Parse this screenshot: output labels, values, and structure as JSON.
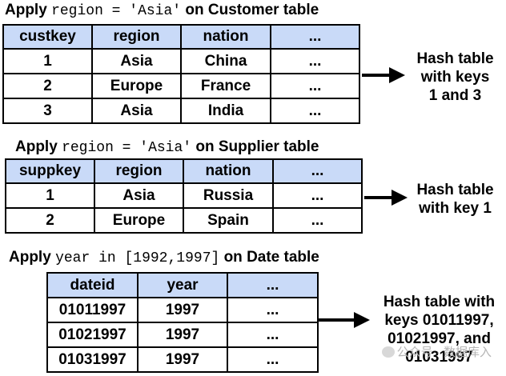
{
  "blocks": [
    {
      "caption_pre": "Apply ",
      "caption_code": "region = 'Asia'",
      "caption_post": " on Customer table",
      "headers": [
        "custkey",
        "region",
        "nation",
        "..."
      ],
      "rows": [
        [
          "1",
          "Asia",
          "China",
          "..."
        ],
        [
          "2",
          "Europe",
          "France",
          "..."
        ],
        [
          "3",
          "Asia",
          "India",
          "..."
        ]
      ],
      "result_lines": [
        "Hash table",
        "with keys",
        "1 and 3"
      ]
    },
    {
      "caption_pre": "Apply ",
      "caption_code": "region = 'Asia'",
      "caption_post": " on Supplier table",
      "headers": [
        "suppkey",
        "region",
        "nation",
        "..."
      ],
      "rows": [
        [
          "1",
          "Asia",
          "Russia",
          "..."
        ],
        [
          "2",
          "Europe",
          "Spain",
          "..."
        ]
      ],
      "result_lines": [
        "Hash table",
        "with key 1"
      ]
    },
    {
      "caption_pre": "Apply ",
      "caption_code": "year in [1992,1997]",
      "caption_post": " on Date table",
      "headers": [
        "dateid",
        "year",
        "..."
      ],
      "rows": [
        [
          "01011997",
          "1997",
          "..."
        ],
        [
          "01021997",
          "1997",
          "..."
        ],
        [
          "01031997",
          "1997",
          "..."
        ]
      ],
      "result_lines": [
        "Hash table with",
        "keys 01011997,",
        "01021997, and",
        "01031997"
      ]
    }
  ],
  "watermark": "公众号 · 数据库入"
}
